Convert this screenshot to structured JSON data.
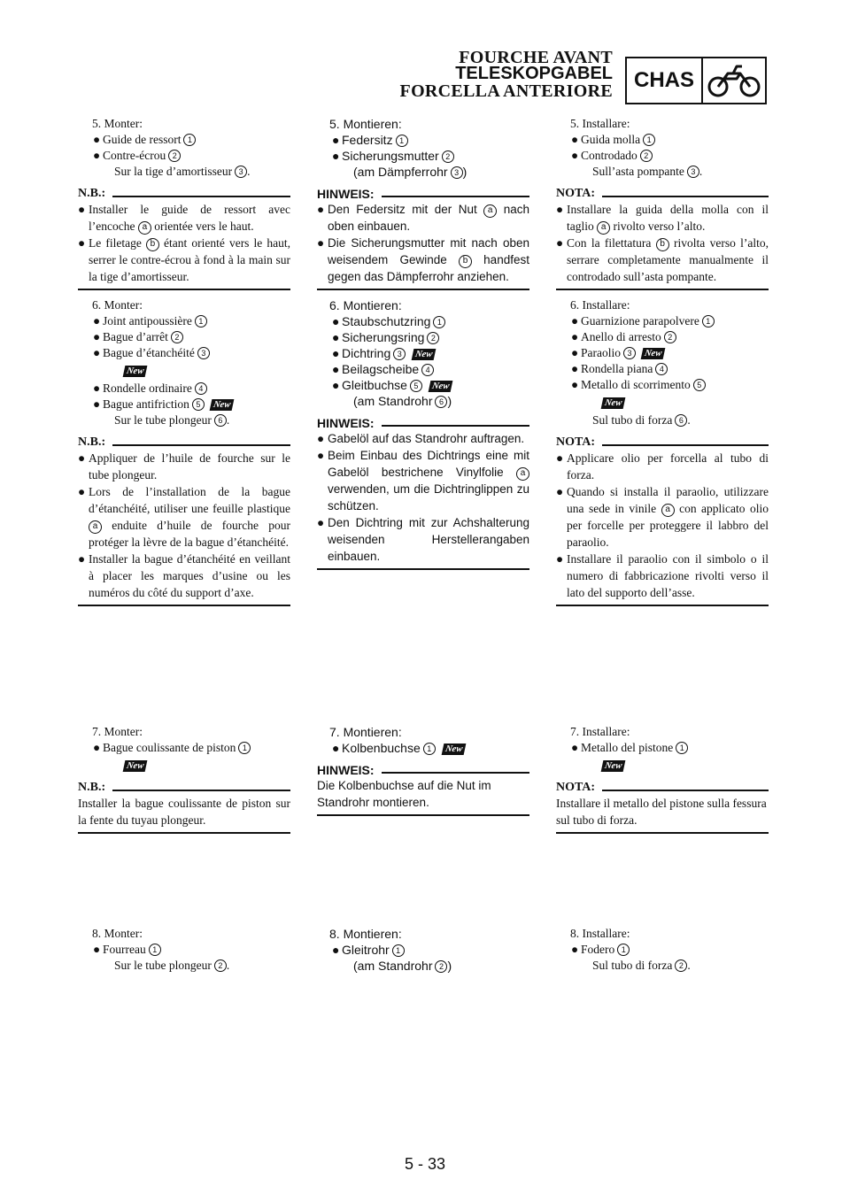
{
  "header": {
    "title_fr": "FOURCHE AVANT",
    "title_de": "TELESKOPGABEL",
    "title_it": "FORCELLA ANTERIORE",
    "section_badge": "CHAS",
    "section_icon": "motorcycle-icon"
  },
  "new_label": "New",
  "fr": {
    "s5_title": "5. Monter:",
    "s5_i1": "Guide de ressort",
    "s5_i2": "Contre-écrou",
    "s5_sub": "Sur la tige d’amortisseur",
    "note_head": "N.B.:",
    "s5_n1": "Installer le guide de ressort avec l’encoche",
    "s5_n1b": "orientée vers le haut.",
    "s5_n2": "Le filetage",
    "s5_n2b": "étant orienté vers le haut, serrer le contre-écrou à fond à la main sur la tige d’amortisseur.",
    "s6_title": "6. Monter:",
    "s6_i1": "Joint antipoussière",
    "s6_i2": "Bague d’arrêt",
    "s6_i3": "Bague d’étanchéité",
    "s6_i4": "Rondelle ordinaire",
    "s6_i5": "Bague antifriction",
    "s6_sub": "Sur le tube plongeur",
    "s6_n1": "Appliquer de l’huile de fourche sur le tube plongeur.",
    "s6_n2": "Lors de l’installation de la bague d’étanchéité, utiliser une feuille plastique",
    "s6_n2b": "enduite d’huile de fourche pour protéger la lèvre de la bague d’étanchéité.",
    "s6_n3": "Installer la bague d’étanchéité en veillant à placer les marques d’usine ou les numéros du côté du support d’axe.",
    "s7_title": "7. Monter:",
    "s7_i1": "Bague coulissante de piston",
    "s7_n": "Installer la bague coulissante de piston sur la fente du tuyau plongeur.",
    "s8_title": "8. Monter:",
    "s8_i1": "Fourreau",
    "s8_sub": "Sur le tube plongeur"
  },
  "de": {
    "s5_title": "5. Montieren:",
    "s5_i1": "Federsitz",
    "s5_i2": "Sicherungsmutter",
    "s5_sub": "(am Dämpferrohr",
    "note_head": "HINWEIS:",
    "s5_n1": "Den Federsitz mit der Nut",
    "s5_n1b": "nach oben einbauen.",
    "s5_n2": "Die Sicherungsmutter mit nach oben weisendem Gewinde",
    "s5_n2b": "handfest gegen das Dämpferrohr anziehen.",
    "s6_title": "6. Montieren:",
    "s6_i1": "Staubschutzring",
    "s6_i2": "Sicherungsring",
    "s6_i3": "Dichtring",
    "s6_i4": "Beilagscheibe",
    "s6_i5": "Gleitbuchse",
    "s6_sub": "(am Standrohr",
    "s6_n1": "Gabelöl auf das Standrohr auftragen.",
    "s6_n2": "Beim Einbau des Dichtrings eine mit Gabelöl bestrichene Vinylfolie",
    "s6_n2b": "verwenden, um die Dichtringlippen zu schützen.",
    "s6_n3": "Den Dichtring mit zur Achshalterung weisenden Herstelleranga­ben einbauen.",
    "s7_title": "7. Montieren:",
    "s7_i1": "Kolbenbuchse",
    "s7_n": "Die Kolbenbuchse auf die Nut im Standrohr montieren.",
    "s8_title": "8. Montieren:",
    "s8_i1": "Gleitrohr",
    "s8_sub": "(am Standrohr"
  },
  "it": {
    "s5_title": "5. Installare:",
    "s5_i1": "Guida molla",
    "s5_i2": "Controdado",
    "s5_sub": "Sull’asta pompante",
    "note_head": "NOTA:",
    "s5_n1": "Installare la guida della molla con il taglio",
    "s5_n1b": "rivolto verso l’alto.",
    "s5_n2": "Con la filettatura",
    "s5_n2b": "rivolta verso l’alto, serrare completamente manualmente il controdado sull’asta pompante.",
    "s6_title": "6. Installare:",
    "s6_i1": "Guarnizione parapolvere",
    "s6_i2": "Anello di arresto",
    "s6_i3": "Paraolio",
    "s6_i4": "Rondella piana",
    "s6_i5": "Metallo di scorrimento",
    "s6_sub": "Sul tubo di forza",
    "s6_n1": "Applicare olio per forcella al tubo di forza.",
    "s6_n2": "Quando si installa il paraolio, utilizzare una sede in vinile",
    "s6_n2b": "con applicato olio per forcelle per proteggere il labbro del paraolio.",
    "s6_n3": "Installare il paraolio con il simbolo o il numero di fabbricazione rivolti verso il lato del supporto dell’asse.",
    "s7_title": "7. Installare:",
    "s7_i1": "Metallo del pistone",
    "s7_n": "Installare il metallo del pistone sulla fessura sul tubo di forza.",
    "s8_title": "8. Installare:",
    "s8_i1": "Fodero",
    "s8_sub": "Sul tubo di forza"
  },
  "page_number": "5 - 33"
}
